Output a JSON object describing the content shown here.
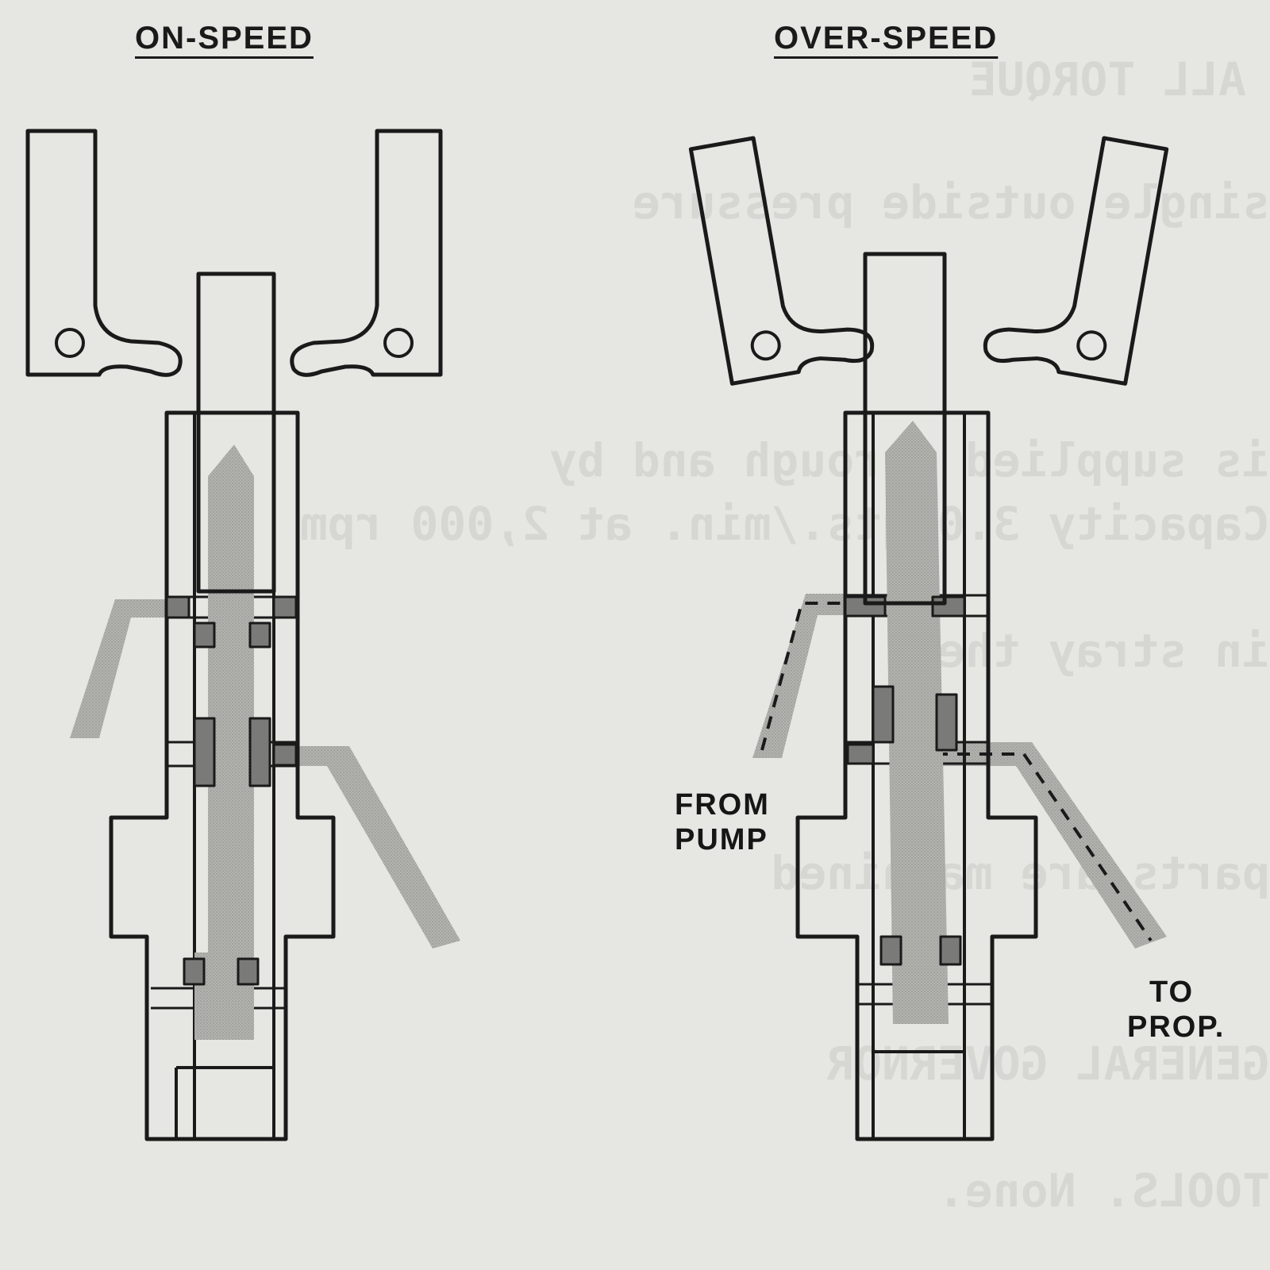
{
  "panels": [
    {
      "title": "ON-SPEED"
    },
    {
      "title": "OVER-SPEED"
    }
  ],
  "labels": {
    "from_pump": [
      "FROM",
      "PUMP"
    ],
    "to_prop": [
      "TO",
      "PROP."
    ]
  },
  "colors": {
    "paper": "#e6e6e2",
    "ink": "#1a1a1a",
    "oil": "#a3a3a0",
    "seal": "#7a7a78"
  }
}
